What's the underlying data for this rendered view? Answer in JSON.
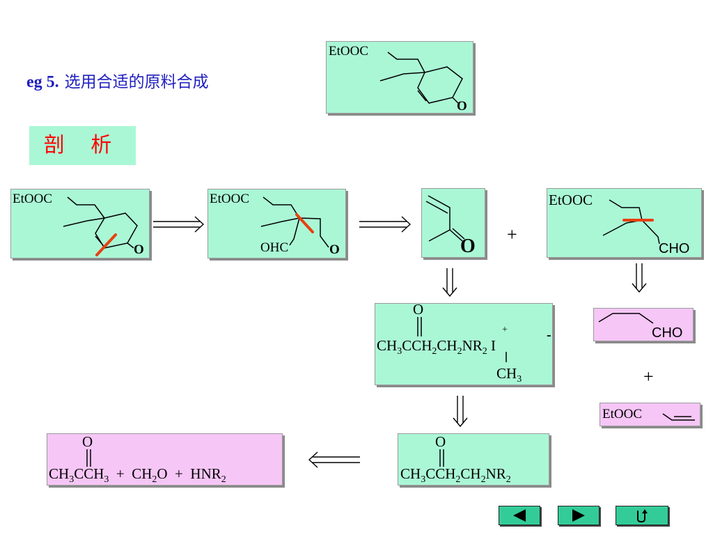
{
  "title": {
    "prefix": "eg 5.",
    "text": "选用合适的原料合成"
  },
  "analysis_label": "剖 析",
  "labels": {
    "etooc": "EtOOC",
    "o": "O",
    "ohc": "OHC",
    "cho": "CHO",
    "plus": "+"
  },
  "formulas": {
    "ammonium": {
      "o": "O",
      "line": "CH3CCH2CH2NR2 I",
      "charge_plus": "+",
      "charge_minus": "-",
      "ch3": "CH3"
    },
    "amine": {
      "o": "O",
      "line": "CH3CCH2CH2NR2"
    },
    "reagents": {
      "o": "O",
      "line": "CH3CCH3 + CH2O + HNR2"
    }
  },
  "nav": {
    "prev": "◀",
    "next": "▶",
    "return": "↺"
  },
  "colors": {
    "box_green": "#aaf7d6",
    "box_pink": "#f6c6f6",
    "title_blue": "#1f1fbf",
    "cut_red": "#e8400f",
    "nav_green": "#33cc99"
  }
}
